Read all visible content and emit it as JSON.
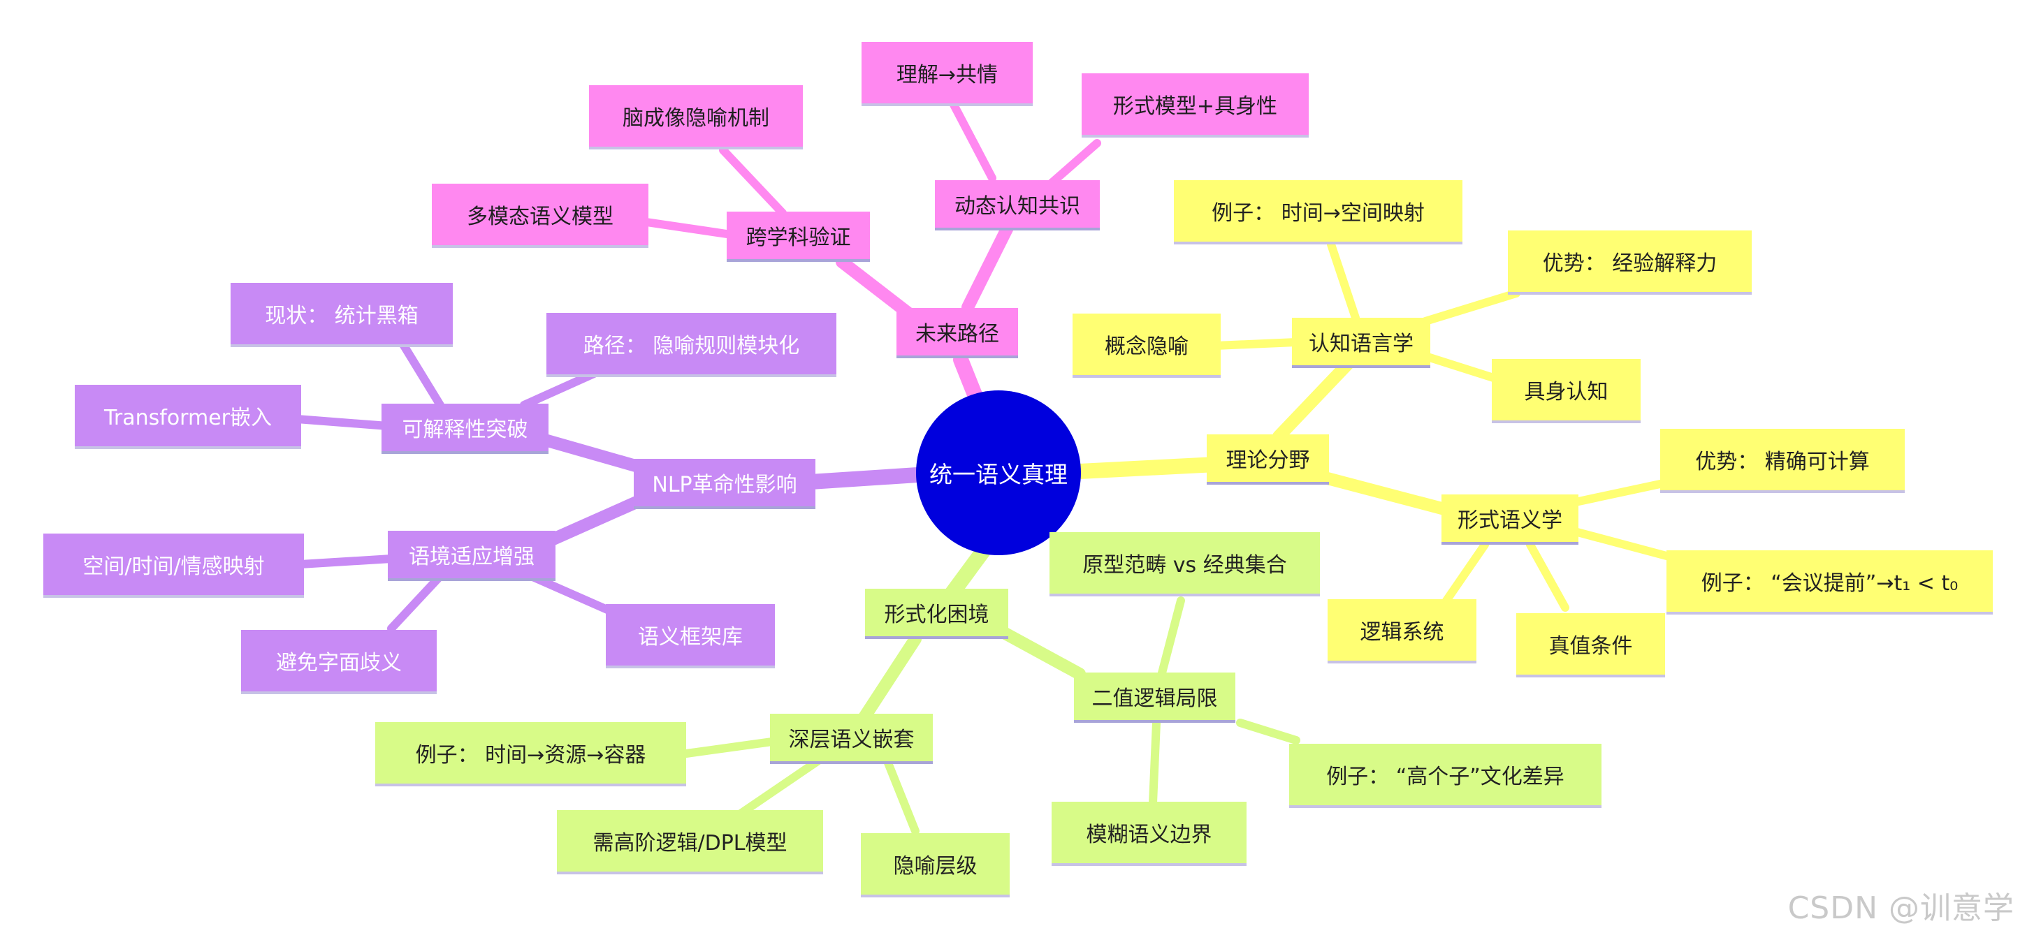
{
  "colors": {
    "root": "#0000dd",
    "purple": "#c88af5",
    "pink": "#ff88f0",
    "yellow": "#ffff73",
    "green": "#d8fb88"
  },
  "root": {
    "label": "统一语义真理"
  },
  "branches": {
    "theory": {
      "label": "理论分野",
      "cognitive": {
        "label": "认知语言学",
        "example": "例子： 时间→空间映射",
        "advantage": "优势： 经验解释力",
        "metaphor": "概念隐喻",
        "embodied": "具身认知"
      },
      "formal": {
        "label": "形式语义学",
        "advantage": "优势： 精确可计算",
        "example": "例子： “会议提前”→t₁ < t₀",
        "logic": "逻辑系统",
        "truth": "真值条件"
      }
    },
    "dilemma": {
      "label": "形式化困境",
      "binary": {
        "label": "二值逻辑局限",
        "prototype": "原型范畴 vs 经典集合",
        "example": "例子： “高个子”文化差异",
        "fuzzy": "模糊语义边界"
      },
      "deep": {
        "label": "深层语义嵌套",
        "example": "例子： 时间→资源→容器",
        "dpl": "需高阶逻辑/DPL模型",
        "levels": "隐喻层级"
      }
    },
    "nlp": {
      "label": "NLP革命性影响",
      "interpret": {
        "label": "可解释性突破",
        "status": "现状： 统计黑箱",
        "path": "路径： 隐喻规则模块化",
        "transformer": "Transformer嵌入"
      },
      "context": {
        "label": "语境适应增强",
        "mapping": "空间/时间/情感映射",
        "ambiguity": "避免字面歧义",
        "framenet": "语义框架库"
      }
    },
    "future": {
      "label": "未来路径",
      "cross": {
        "label": "跨学科验证",
        "brain": "脑成像隐喻机制",
        "multimodal": "多模态语义模型"
      },
      "dynamic": {
        "label": "动态认知共识",
        "empathy": "理解→共情",
        "formalbody": "形式模型+具身性"
      }
    }
  },
  "watermark": "CSDN @训意学"
}
